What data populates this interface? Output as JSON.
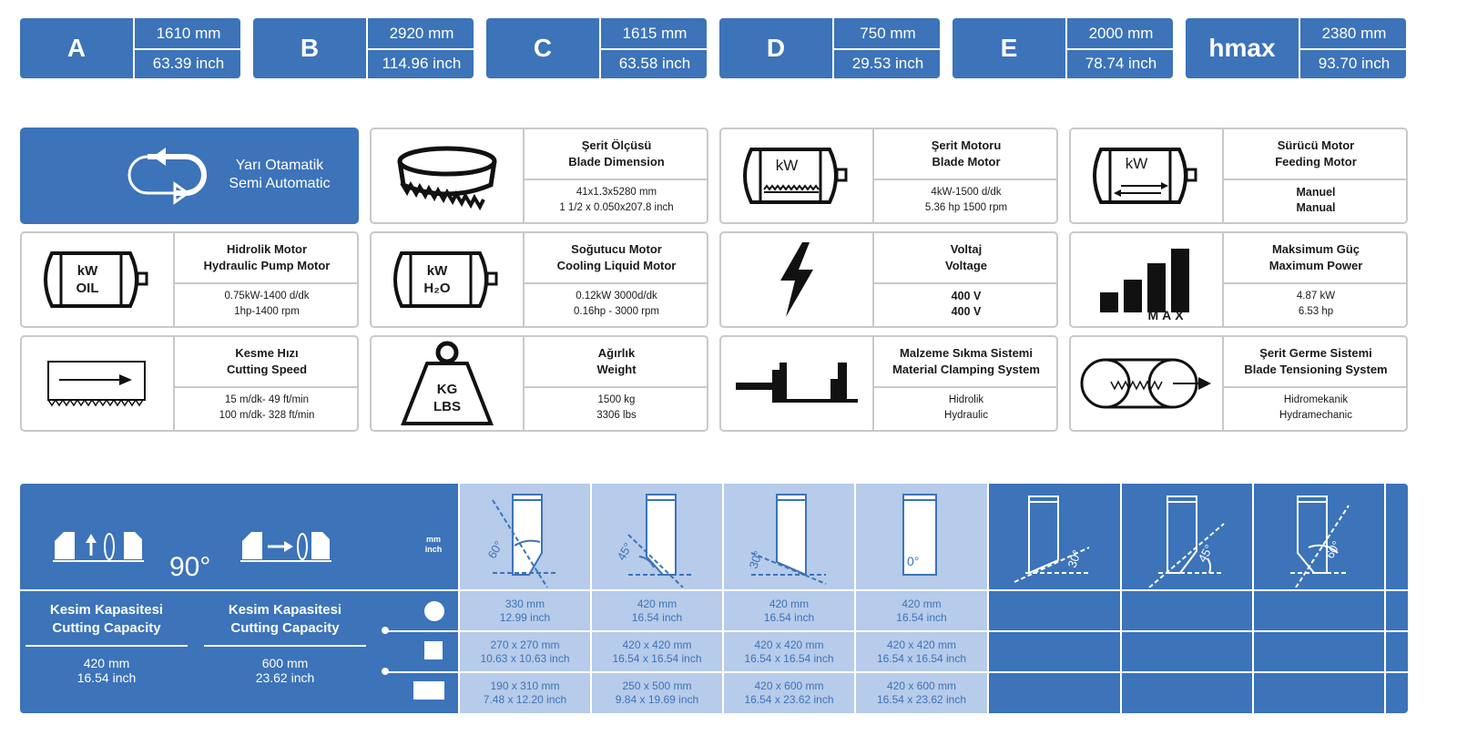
{
  "dimensions": [
    {
      "letter": "A",
      "mm": "1610 mm",
      "inch": "63.39 inch"
    },
    {
      "letter": "B",
      "mm": "2920 mm",
      "inch": "114.96 inch"
    },
    {
      "letter": "C",
      "mm": "1615 mm",
      "inch": "63.58 inch"
    },
    {
      "letter": "D",
      "mm": "750 mm",
      "inch": "29.53 inch"
    },
    {
      "letter": "E",
      "mm": "2000 mm",
      "inch": "78.74 inch"
    },
    {
      "letter": "hmax",
      "mm": "2380 mm",
      "inch": "93.70 inch"
    }
  ],
  "mode": {
    "tr": "Yarı Otamatik",
    "en": "Semi Automatic"
  },
  "specs": [
    {
      "key": "blade-dimension",
      "tr": "Şerit Ölçüsü",
      "en": "Blade Dimension",
      "v1": "41x1.3x5280 mm",
      "v2": "1  1/2 x 0.050x207.8 inch",
      "icon": "saw-blade-icon",
      "icon_text": ""
    },
    {
      "key": "blade-motor",
      "tr": "Şerit Motoru",
      "en": "Blade Motor",
      "v1": "4kW-1500 d/dk",
      "v2": "5.36 hp 1500 rpm",
      "icon": "motor-kw-icon",
      "icon_text": "kW"
    },
    {
      "key": "feeding-motor",
      "tr": "Sürücü Motor",
      "en": "Feeding Motor",
      "v1": "Manuel",
      "v2": "Manual",
      "icon": "feed-motor-icon",
      "icon_text": "kW",
      "bold": true
    },
    {
      "key": "hydraulic-motor",
      "tr": "Hidrolik Motor",
      "en": "Hydraulic Pump Motor",
      "v1": "0.75kW-1400 d/dk",
      "v2": "1hp-1400 rpm",
      "icon": "hydraulic-motor-icon",
      "icon_text": "kW",
      "icon_text2": "OIL"
    },
    {
      "key": "cooling-motor",
      "tr": "Soğutucu Motor",
      "en": "Cooling Liquid Motor",
      "v1": "0.12kW 3000d/dk",
      "v2": "0.16hp - 3000 rpm",
      "icon": "cooling-motor-icon",
      "icon_text": "kW",
      "icon_text2": "H₂O"
    },
    {
      "key": "voltage",
      "tr": "Voltaj",
      "en": "Voltage",
      "v1": "400 V",
      "v2": "400 V",
      "icon": "lightning-icon",
      "icon_text": "",
      "bold": true
    },
    {
      "key": "max-power",
      "tr": "Maksimum Güç",
      "en": "Maximum Power",
      "v1": "4.87 kW",
      "v2": "6.53 hp",
      "icon": "power-bars-icon",
      "icon_text": "MAX"
    },
    {
      "key": "cutting-speed",
      "tr": "Kesme Hızı",
      "en": "Cutting Speed",
      "v1": "15 m/dk- 49 ft/min",
      "v2": "100 m/dk- 328 ft/min",
      "icon": "cutting-speed-icon",
      "icon_text": ""
    },
    {
      "key": "weight",
      "tr": "Ağırlık",
      "en": "Weight",
      "v1": "1500 kg",
      "v2": "3306 lbs",
      "icon": "weight-icon",
      "icon_text": "KG",
      "icon_text2": "LBS"
    },
    {
      "key": "clamping",
      "tr": "Malzeme Sıkma Sistemi",
      "en": "Material Clamping System",
      "v1": "Hidrolik",
      "v2": "Hydraulic",
      "icon": "vise-icon",
      "icon_text": ""
    },
    {
      "key": "tensioning",
      "tr": "Şerit Germe Sistemi",
      "en": "Blade Tensioning System",
      "v1": "Hidromekanik",
      "v2": "Hydramechanic",
      "icon": "tension-icon",
      "icon_text": ""
    }
  ],
  "capacity": {
    "angle_main": "90°",
    "unit_mm": "mm",
    "unit_inch": "inch",
    "left1": {
      "tr": "Kesim Kapasitesi",
      "en": "Cutting Capacity",
      "mm": "420 mm",
      "inch": "16.54 inch"
    },
    "left2": {
      "tr": "Kesim Kapasitesi",
      "en": "Cutting Capacity",
      "mm": "600 mm",
      "inch": "23.62 inch"
    },
    "columns": [
      {
        "angle": "60°",
        "round": [
          "330 mm",
          "12.99  inch"
        ],
        "square": [
          "270 x 270 mm",
          "10.63 x 10.63  inch"
        ],
        "rect": [
          "190 x 310 mm",
          "7.48 x 12.20 inch"
        ]
      },
      {
        "angle": "45°",
        "round": [
          "420 mm",
          "16.54 inch"
        ],
        "square": [
          "420 x 420 mm",
          "16.54 x 16.54 inch"
        ],
        "rect": [
          "250 x 500 mm",
          "9.84 x 19.69 inch"
        ]
      },
      {
        "angle": "30°",
        "round": [
          "420 mm",
          "16.54 inch"
        ],
        "square": [
          "420 x 420 mm",
          "16.54 x 16.54 inch"
        ],
        "rect": [
          "420 x 600 mm",
          "16.54 x 23.62 inch"
        ]
      },
      {
        "angle": "0°",
        "round": [
          "420 mm",
          "16.54 inch"
        ],
        "square": [
          "420 x 420 mm",
          "16.54 x 16.54 inch"
        ],
        "rect": [
          "420 x 600 mm",
          "16.54 x 23.62 inch"
        ]
      }
    ],
    "right_angles": [
      "30°",
      "45°",
      "60°"
    ]
  }
}
